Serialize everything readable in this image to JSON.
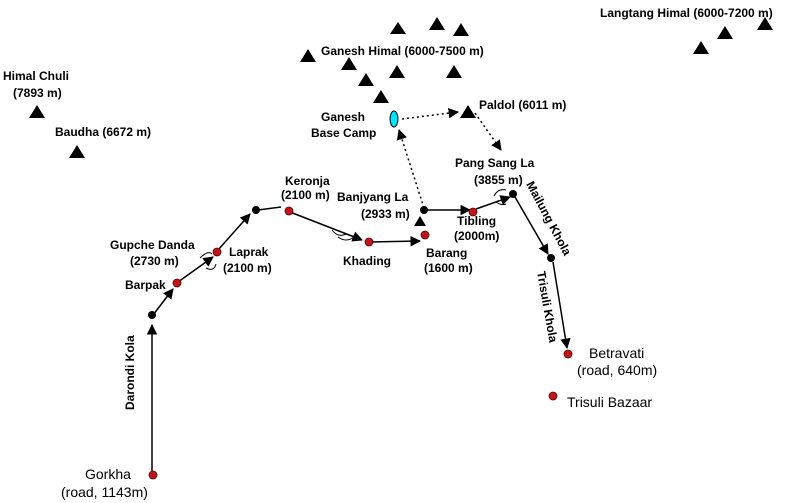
{
  "peaks": {
    "langtang": "Langtang Himal (6000-7200 m)",
    "ganesh": "Ganesh Himal (6000-7500 m)",
    "himal_chuli_1": "Himal Chuli",
    "himal_chuli_2": "(7893 m)",
    "baudha": "Baudha (6672 m)",
    "paldol": "Paldol (6011 m)"
  },
  "places": {
    "ganesh_bc_1": "Ganesh",
    "ganesh_bc_2": "Base Camp",
    "pang_sang_la_1": "Pang Sang La",
    "pang_sang_la_2": "(3855 m)",
    "banjyang_la_1": "Banjyang La",
    "banjyang_la_2": "(2933 m)",
    "keronja_1": "Keronja",
    "keronja_2": "(2100 m)",
    "tibling_1": "Tibling",
    "tibling_2": "(2000m)",
    "barang_1": "Barang",
    "barang_2": "(1600 m)",
    "khading": "Khading",
    "gupche_1": "Gupche Danda",
    "gupche_2": "(2730 m)",
    "laprak_1": "Laprak",
    "laprak_2": "(2100 m)",
    "barpak": "Barpak",
    "betravati_1": "Betravati",
    "betravati_2": "(road, 640m)",
    "trisuli_bazaar": "Trisuli Bazaar",
    "gorkha_1": "Gorkha",
    "gorkha_2": "(road, 1143m)"
  },
  "rivers": {
    "darondi": "Darondi Kola",
    "mailung": "Mailung Khola",
    "trisuli": "Trisuli Khola"
  },
  "colors": {
    "town": "#c0161b",
    "waypoint": "#000000",
    "base_camp": "#00e5ff",
    "route": "#000000"
  }
}
